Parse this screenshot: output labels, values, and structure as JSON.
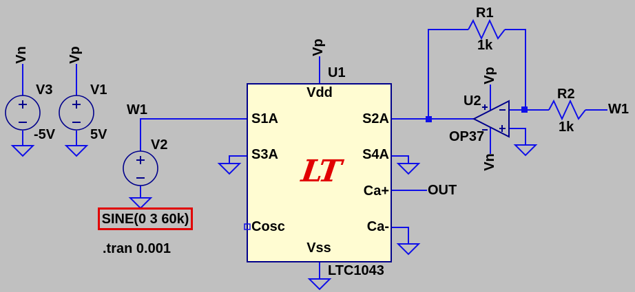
{
  "colors": {
    "background": "#c0c0c0",
    "wire": "#0f0fe8",
    "symbol": "#00008b",
    "chip-fill": "#fffcd2",
    "text": "#000000",
    "accent-red": "#e10000"
  },
  "schematic": {
    "directive_tran": ".tran 0.001",
    "sources": {
      "v3": {
        "name": "V3",
        "value": "-5V",
        "net": "Vn"
      },
      "v1": {
        "name": "V1",
        "value": "5V",
        "net": "Vp"
      },
      "v2": {
        "name": "V2",
        "value": "SINE(0 3 60k)"
      }
    },
    "resistors": {
      "r1": {
        "name": "R1",
        "value": "1k"
      },
      "r2": {
        "name": "R2",
        "value": "1k"
      }
    },
    "ic": {
      "name": "U1",
      "part": "LTC1043",
      "logo": "LT",
      "supply_net": "Vp",
      "pins": {
        "vdd": "Vdd",
        "vss": "Vss",
        "s1a": "S1A",
        "s3a": "S3A",
        "cosc": "Cosc",
        "s2a": "S2A",
        "s4a": "S4A",
        "ca_plus": "Ca+",
        "ca_minus": "Ca-"
      }
    },
    "opamp": {
      "name": "U2",
      "part": "OP37",
      "vplus_net": "Vp",
      "vminus_net": "Vn"
    },
    "nets": {
      "w1_source": "W1",
      "w1_feedback": "W1",
      "out": "OUT"
    }
  }
}
